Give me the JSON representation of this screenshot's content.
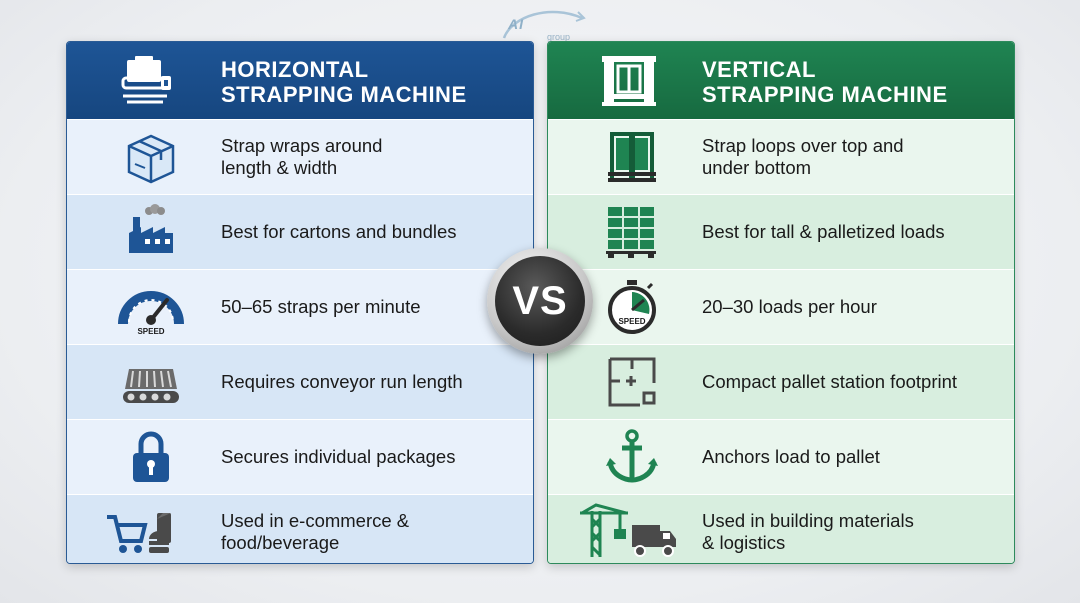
{
  "logo": {
    "text": "AI",
    "sub": "group"
  },
  "vs": "VS",
  "colors": {
    "left_accent": "#1e5596",
    "right_accent": "#1f8452"
  },
  "left": {
    "title_line1": "HORIZONTAL",
    "title_line2": "STRAPPING MACHINE",
    "header_icon": "horizontal-strapping-machine-icon",
    "rows": [
      {
        "icon": "box-icon",
        "text": "Strap wraps around\nlength & width"
      },
      {
        "icon": "factory-icon",
        "text": "Best for cartons and bundles"
      },
      {
        "icon": "speedometer-icon",
        "icon_label": "SPEED",
        "text": "50–65 straps per minute"
      },
      {
        "icon": "conveyor-icon",
        "text": "Requires conveyor run length"
      },
      {
        "icon": "padlock-icon",
        "text": "Secures individual packages"
      },
      {
        "icon": "cart-food-icon",
        "text": "Used in e-commerce &\nfood/beverage"
      }
    ]
  },
  "right": {
    "title_line1": "VERTICAL",
    "title_line2": "STRAPPING MACHINE",
    "header_icon": "vertical-strapping-machine-icon",
    "rows": [
      {
        "icon": "strap-loop-icon",
        "text": "Strap loops over top and\nunder bottom"
      },
      {
        "icon": "pallet-stack-icon",
        "text": "Best for tall & palletized loads"
      },
      {
        "icon": "stopwatch-icon",
        "icon_label": "SPEED",
        "text": "20–30 loads per hour"
      },
      {
        "icon": "floor-plan-icon",
        "text": "Compact pallet station footprint"
      },
      {
        "icon": "anchor-icon",
        "text": "Anchors load to pallet"
      },
      {
        "icon": "crane-truck-icon",
        "text": "Used in building materials\n& logistics"
      }
    ]
  }
}
